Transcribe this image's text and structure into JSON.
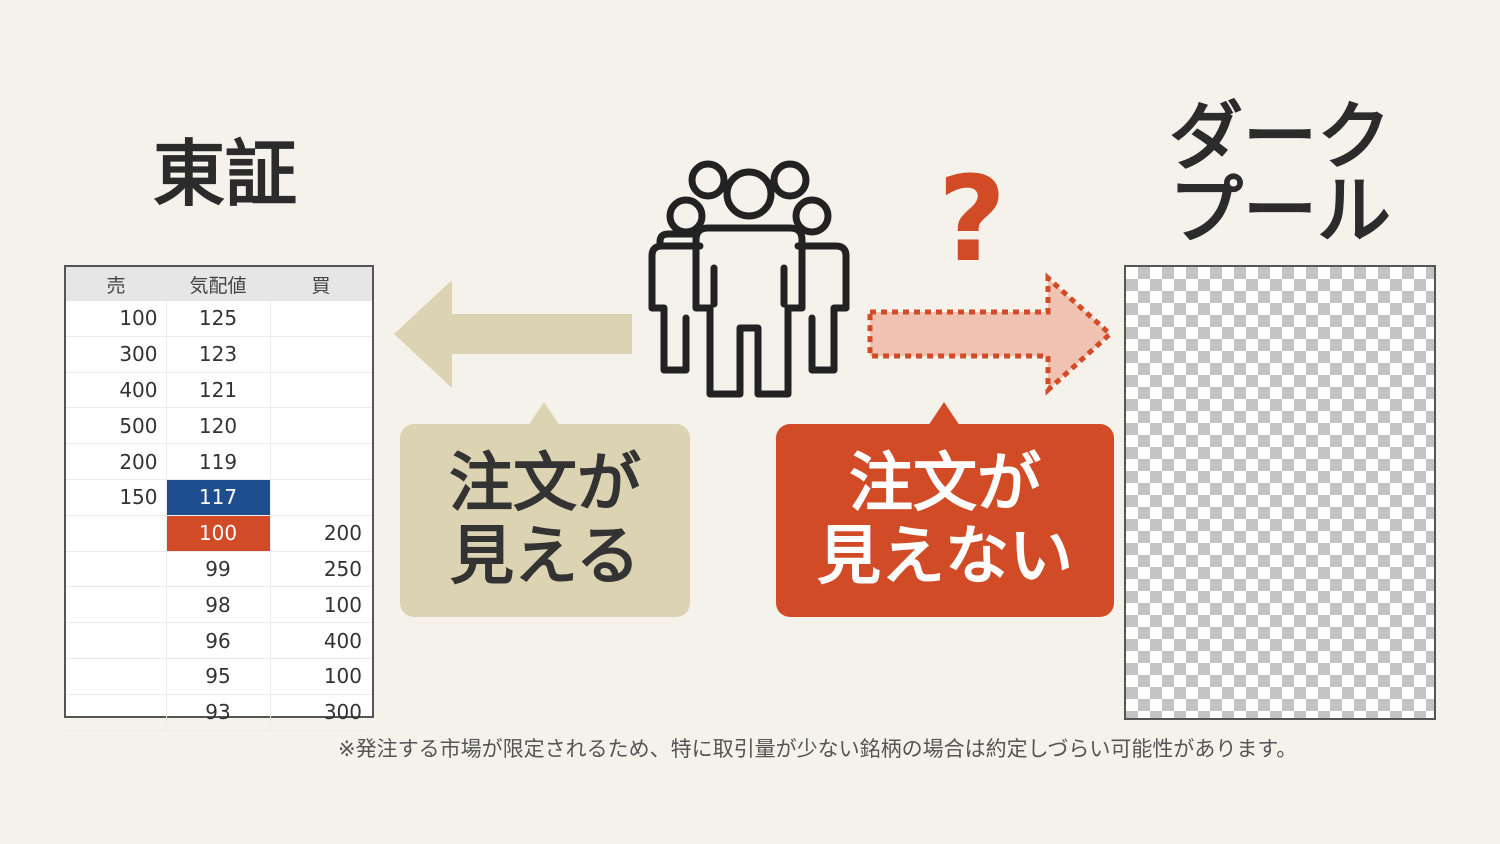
{
  "left_title": "東証",
  "right_title_line1": "ダーク",
  "right_title_line2": "プール",
  "order_book": {
    "headers": [
      "売",
      "気配値",
      "買"
    ],
    "rows": [
      {
        "sell": "100",
        "price": "125",
        "buy": ""
      },
      {
        "sell": "300",
        "price": "123",
        "buy": ""
      },
      {
        "sell": "400",
        "price": "121",
        "buy": ""
      },
      {
        "sell": "500",
        "price": "120",
        "buy": ""
      },
      {
        "sell": "200",
        "price": "119",
        "buy": ""
      },
      {
        "sell": "150",
        "price": "117",
        "buy": ""
      },
      {
        "sell": "",
        "price": "100",
        "buy": "200"
      },
      {
        "sell": "",
        "price": "99",
        "buy": "250"
      },
      {
        "sell": "",
        "price": "98",
        "buy": "100"
      },
      {
        "sell": "",
        "price": "96",
        "buy": "400"
      },
      {
        "sell": "",
        "price": "95",
        "buy": "100"
      },
      {
        "sell": "",
        "price": "93",
        "buy": "300"
      }
    ],
    "highlight_colors": {
      "117": "#1f4e8e",
      "100": "#d24b27"
    }
  },
  "bubble_visible": {
    "line1": "注文が",
    "line2": "見える"
  },
  "bubble_hidden": {
    "line1": "注文が",
    "line2": "見えない"
  },
  "question_mark": "?",
  "footnote": "※発注する市場が限定されるため、特に取引量が少ない銘柄の場合は約定しづらい可能性があります。",
  "colors": {
    "background": "#f5f2ec",
    "accent_red": "#d24b27",
    "beige": "#dcd3b2",
    "bid_blue": "#1f4e8e",
    "dark_text": "#2b2b2b"
  },
  "icons": [
    "people-group-icon",
    "arrow-left-icon",
    "dotted-arrow-right-icon",
    "checkerboard-pattern"
  ]
}
